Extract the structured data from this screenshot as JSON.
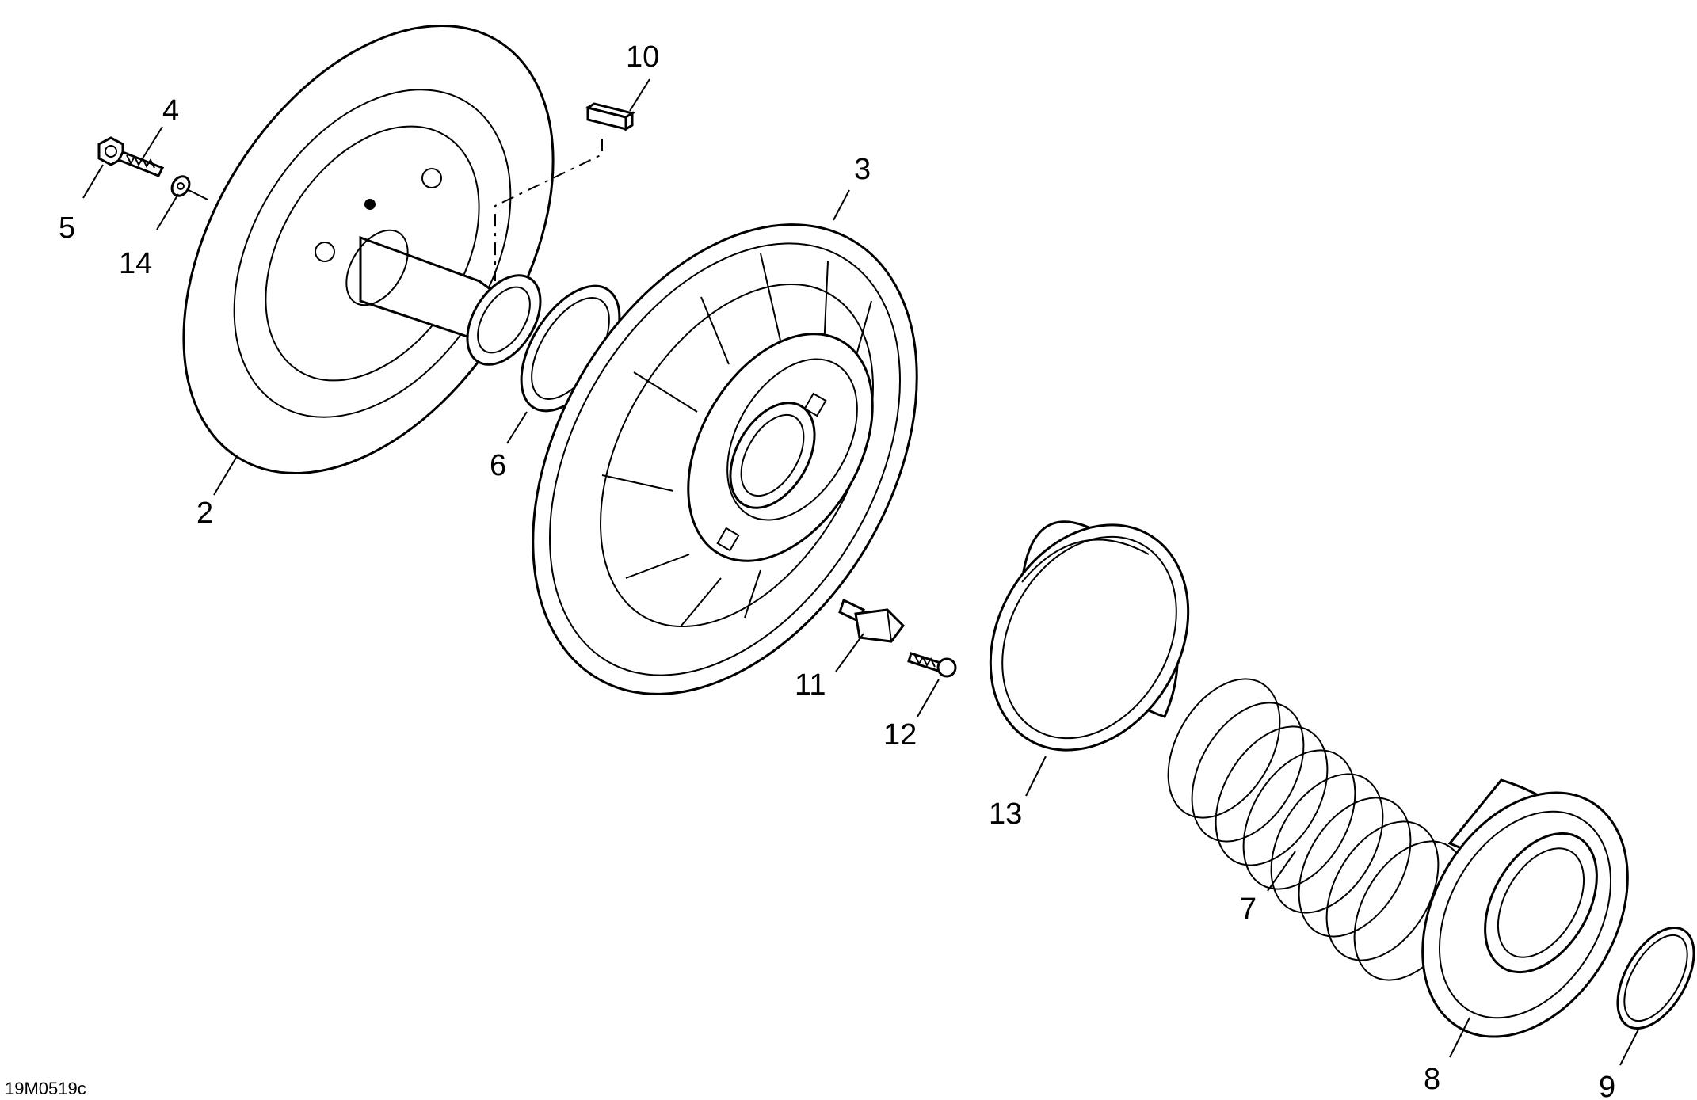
{
  "diagram": {
    "callouts": [
      {
        "id": "2",
        "text": "2"
      },
      {
        "id": "3",
        "text": "3"
      },
      {
        "id": "4",
        "text": "4"
      },
      {
        "id": "5",
        "text": "5"
      },
      {
        "id": "6",
        "text": "6"
      },
      {
        "id": "7",
        "text": "7"
      },
      {
        "id": "8",
        "text": "8"
      },
      {
        "id": "9",
        "text": "9"
      },
      {
        "id": "10",
        "text": "10"
      },
      {
        "id": "11",
        "text": "11"
      },
      {
        "id": "12",
        "text": "12"
      },
      {
        "id": "13",
        "text": "13"
      },
      {
        "id": "14",
        "text": "14"
      }
    ],
    "figure_ref": "19M0519c"
  }
}
